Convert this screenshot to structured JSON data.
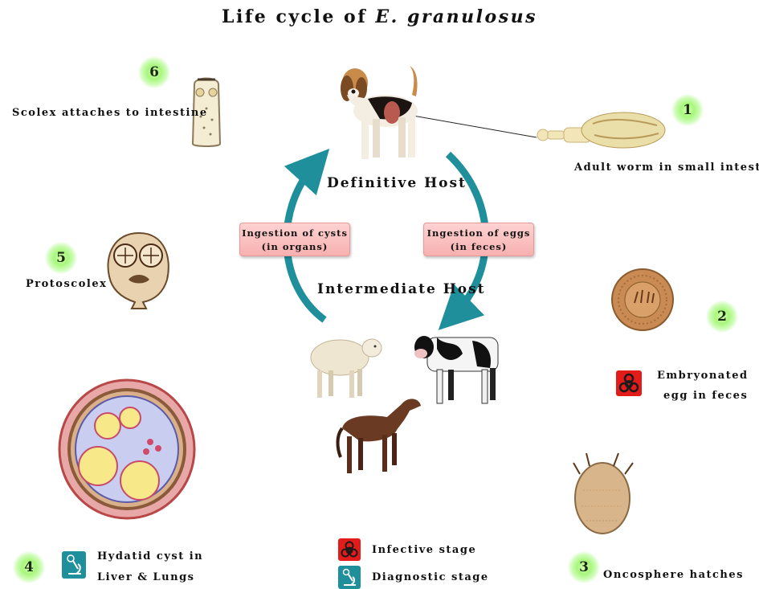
{
  "title": {
    "prefix": "Life cycle of",
    "species": "E. granulosus"
  },
  "hosts": {
    "definitive": "Definitive Host",
    "intermediate": "Intermediate Host"
  },
  "arrows": {
    "left": [
      "Ingestion of cysts",
      "(in organs)"
    ],
    "right": [
      "Ingestion of eggs",
      "(in feces)"
    ]
  },
  "stages": [
    {
      "number": "1",
      "lines": [
        "Adult worm in small intestine"
      ]
    },
    {
      "number": "2",
      "lines": [
        "Embryonated",
        "egg in feces"
      ]
    },
    {
      "number": "3",
      "lines": [
        "Oncosphere hatches"
      ]
    },
    {
      "number": "4",
      "lines": [
        "Hydatid cyst in",
        "Liver & Lungs"
      ]
    },
    {
      "number": "5",
      "lines": [
        "Protoscolex"
      ]
    },
    {
      "number": "6",
      "lines": [
        "Scolex attaches to intestine"
      ]
    }
  ],
  "legend": {
    "infective": "Infective stage",
    "diagnostic": "Diagnostic stage"
  },
  "icons": [
    "biohazard-icon",
    "microscope-icon",
    "dog-illustration",
    "sheep-illustration",
    "cow-illustration",
    "horse-illustration"
  ],
  "colors": {
    "arrow": "#1f8f9c",
    "badge_glow": "#a7f77b",
    "biohazard": "#e21b1b",
    "diagnostic": "#1f8f9c",
    "pill": "#f7b0b0"
  }
}
